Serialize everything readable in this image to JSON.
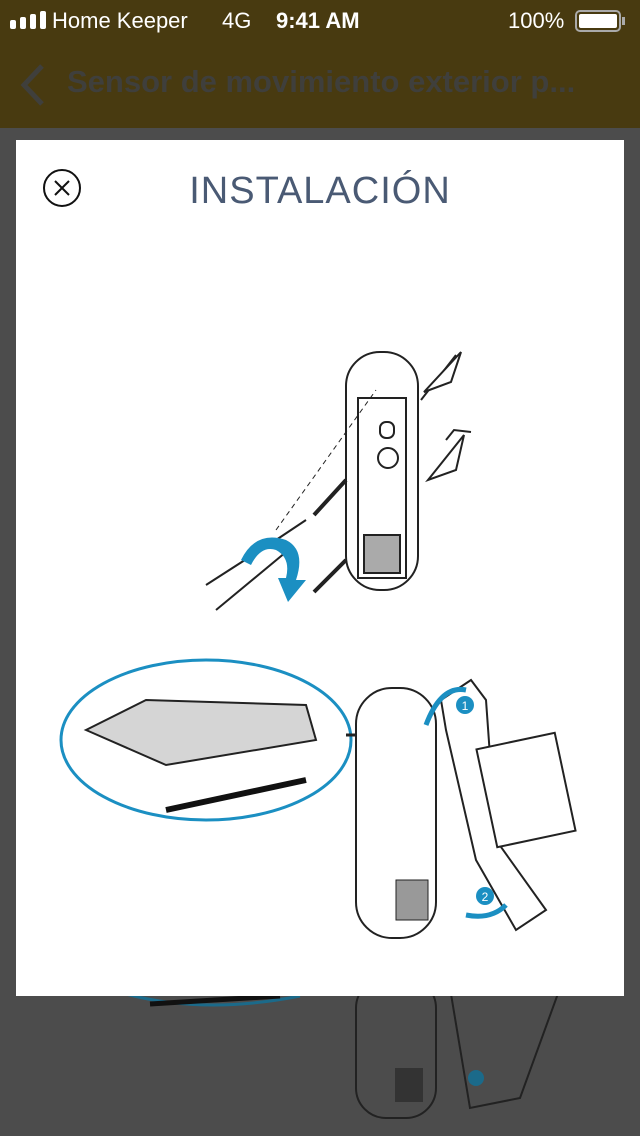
{
  "status_bar": {
    "carrier": "Home Keeper",
    "network": "4G",
    "time": "9:41 AM",
    "battery": "100%"
  },
  "nav": {
    "title": "Sensor de movimiento exterior p..."
  },
  "modal": {
    "title": "INSTALACIÓN",
    "step_1": "1",
    "step_2": "2"
  },
  "colors": {
    "header": "#483a10",
    "accent": "#1b8fc2",
    "title": "#4a5a74"
  }
}
